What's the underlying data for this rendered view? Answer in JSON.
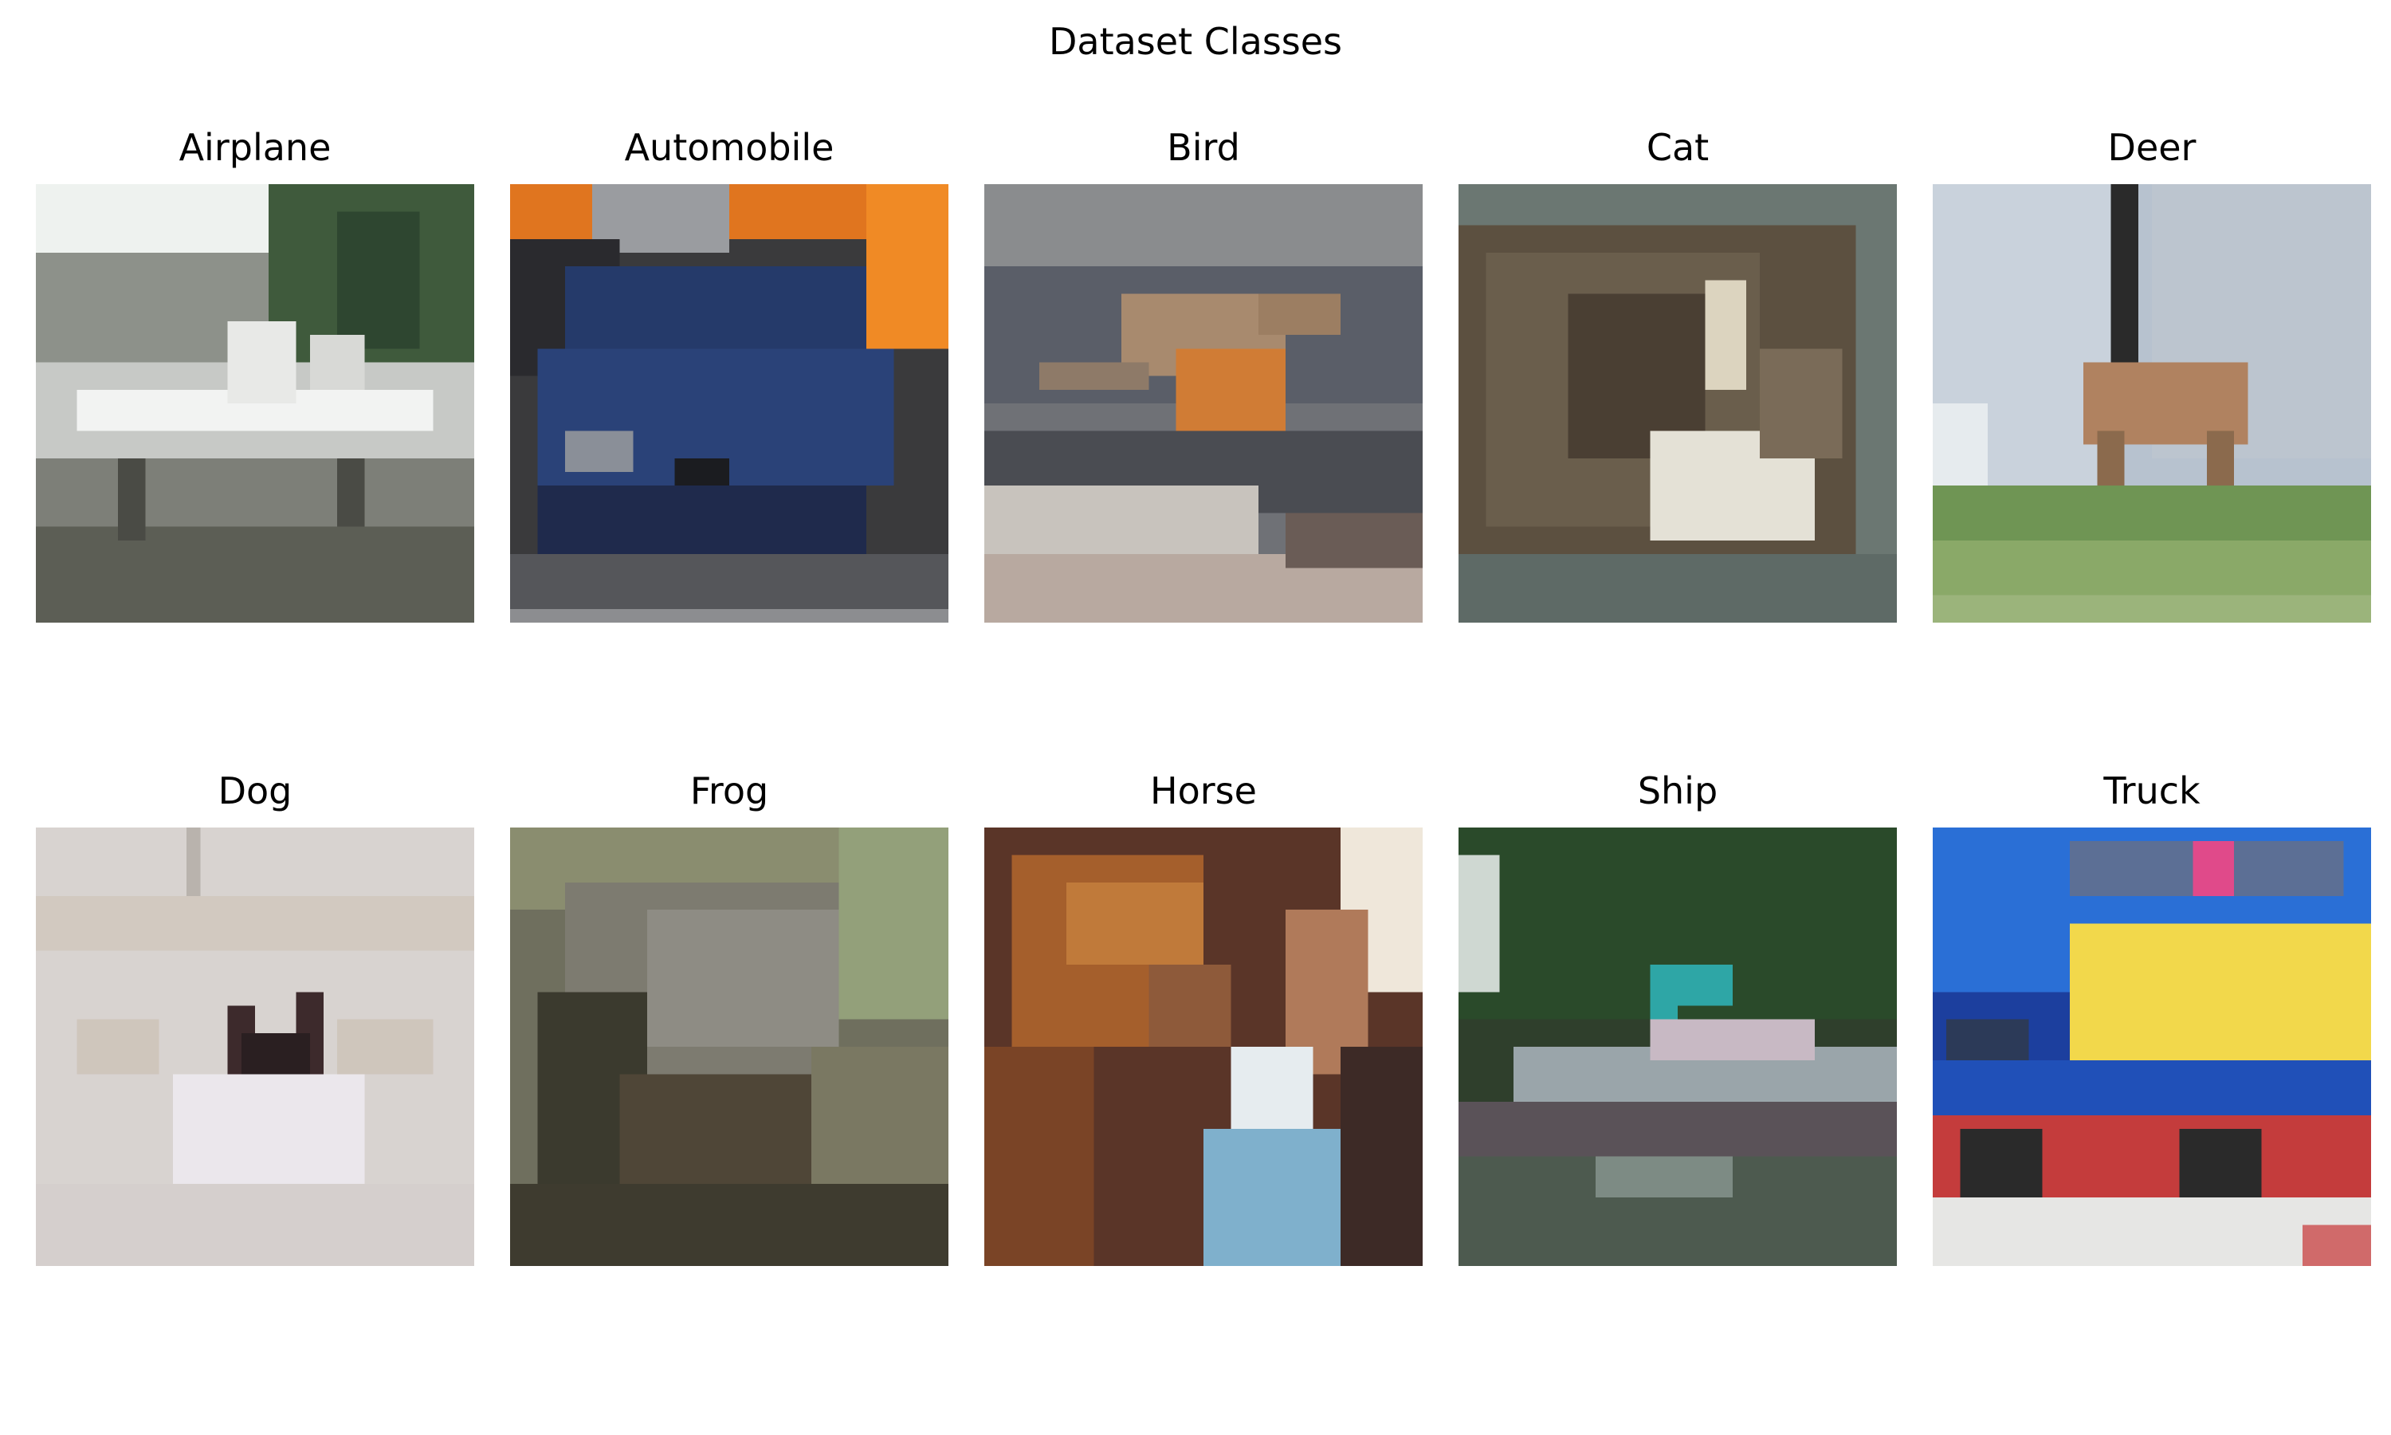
{
  "figure": {
    "title": "Dataset Classes"
  },
  "classes": [
    {
      "label": "Airplane",
      "depicts": "airplane-photo"
    },
    {
      "label": "Automobile",
      "depicts": "automobile-photo"
    },
    {
      "label": "Bird",
      "depicts": "bird-photo"
    },
    {
      "label": "Cat",
      "depicts": "cat-photo"
    },
    {
      "label": "Deer",
      "depicts": "deer-photo"
    },
    {
      "label": "Dog",
      "depicts": "dog-photo"
    },
    {
      "label": "Frog",
      "depicts": "frog-photo"
    },
    {
      "label": "Horse",
      "depicts": "horse-photo"
    },
    {
      "label": "Ship",
      "depicts": "ship-photo"
    },
    {
      "label": "Truck",
      "depicts": "truck-photo"
    }
  ]
}
